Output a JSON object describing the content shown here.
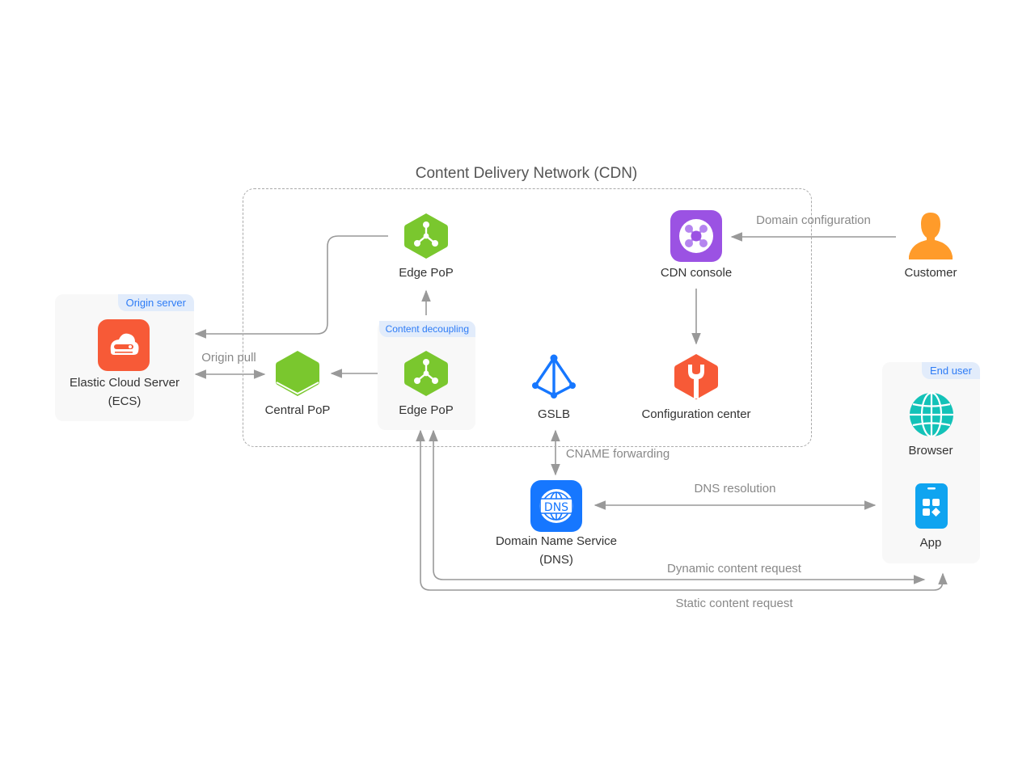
{
  "title": "Content Delivery Network (CDN)",
  "groups": {
    "origin": "Origin server",
    "decoupling": "Content decoupling",
    "end_user": "End user"
  },
  "nodes": {
    "ecs": [
      "Elastic Cloud Server",
      "(ECS)"
    ],
    "central_pop": "Central PoP",
    "edge_pop_top": "Edge PoP",
    "edge_pop_bottom": "Edge PoP",
    "gslb": "GSLB",
    "cdn_console": "CDN console",
    "config_center": "Configuration center",
    "customer": "Customer",
    "dns": [
      "Domain Name Service",
      "(DNS)"
    ],
    "browser": "Browser",
    "app": "App"
  },
  "edges": {
    "origin_pull": "Origin pull",
    "domain_configuration": "Domain configuration",
    "cname_forwarding": "CNAME forwarding",
    "dns_resolution": "DNS resolution",
    "dynamic_request": "Dynamic content request",
    "static_request": "Static content request"
  },
  "colors": {
    "green": "#7ac72e",
    "orange_red": "#f75a37",
    "purple": "#9b52e3",
    "blue": "#1677ff",
    "teal": "#13c2b8",
    "app_blue": "#0fa4f0",
    "customer_orange": "#ff9b2a",
    "tag_text": "#2e7cf6",
    "line": "#999999"
  }
}
